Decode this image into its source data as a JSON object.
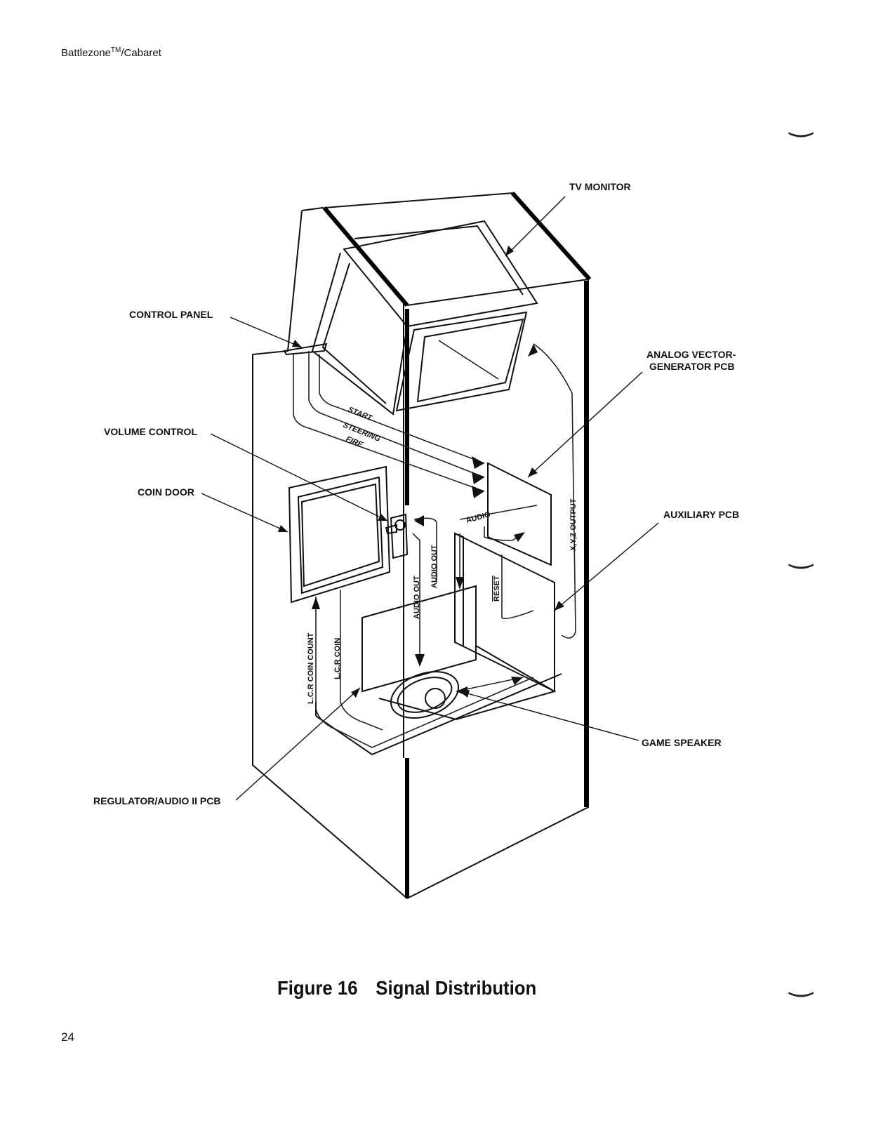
{
  "header": {
    "title": "Battlezone",
    "tm": "TM",
    "suffix": "/Cabaret"
  },
  "page_number": "24",
  "caption": {
    "figure": "Figure 16",
    "title": "Signal Distribution"
  },
  "callouts": {
    "tv_monitor": "TV MONITOR",
    "control_panel": "CONTROL PANEL",
    "analog_vector_line1": "ANALOG VECTOR-",
    "analog_vector_line2": "GENERATOR PCB",
    "volume_control": "VOLUME CONTROL",
    "coin_door": "COIN DOOR",
    "auxiliary_pcb": "AUXILIARY PCB",
    "game_speaker": "GAME SPEAKER",
    "regulator_pcb": "REGULATOR/AUDIO II PCB"
  },
  "signals": {
    "start": "START",
    "steering": "STEERING",
    "fire": "FIRE",
    "audio": "AUDIO",
    "audio_out_1": "AUDIO OUT",
    "audio_out_2": "AUDIO OUT",
    "reset": "RESET",
    "xyz_output": "X,Y,Z OUTPUT",
    "lcr_coin_count": "L.C.R COIN COUNT",
    "lcr_coin": "L.C.R COIN"
  }
}
